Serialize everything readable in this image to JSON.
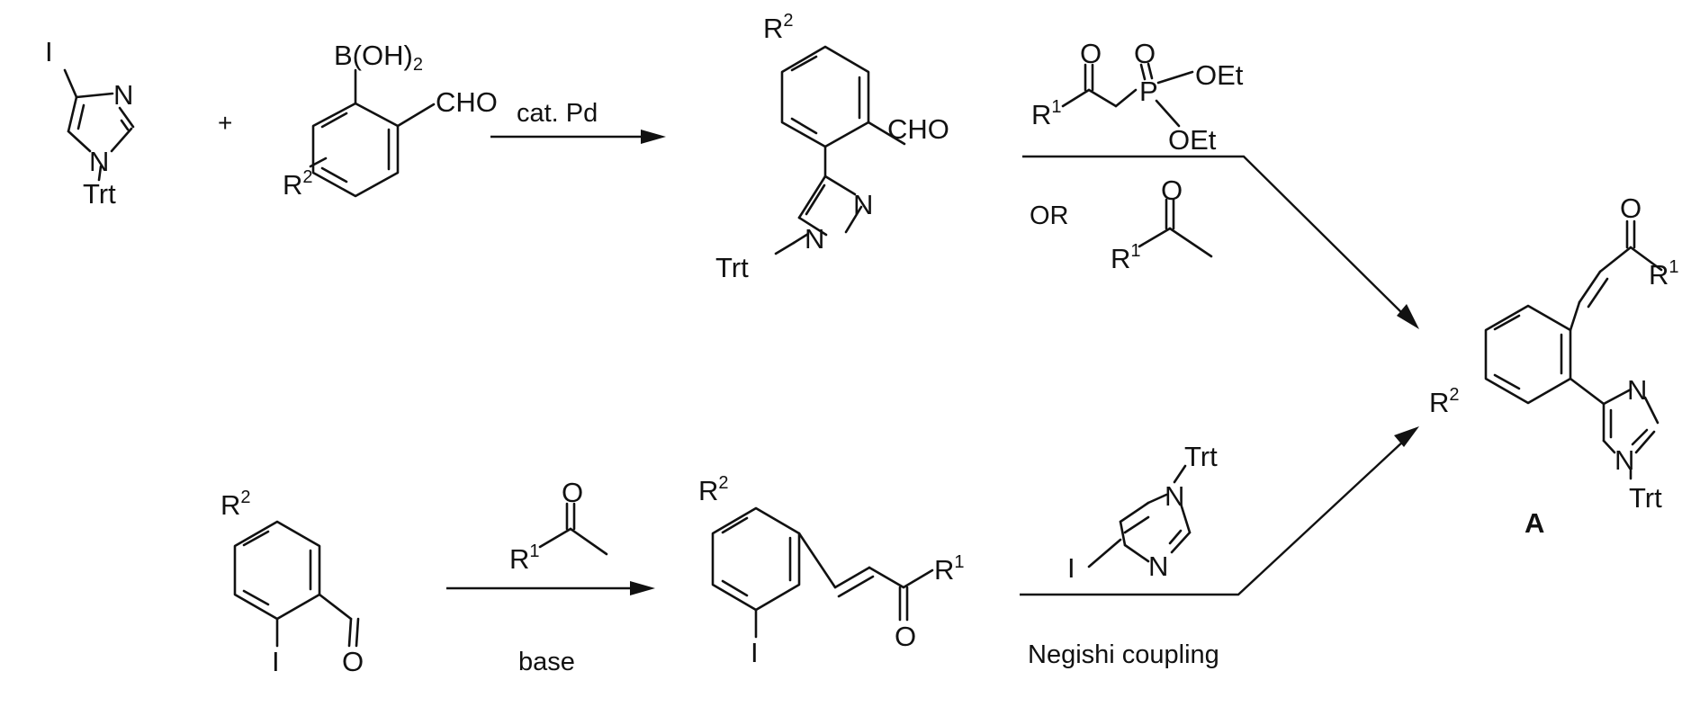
{
  "labels": {
    "iodine": "I",
    "nitrogen": "N",
    "trityl": "Trt",
    "oxygen": "O",
    "ethoxy": "OEt",
    "phosphorus": "P",
    "boron": "B(OH)",
    "boron_sub": "2",
    "aldehyde": "CHO",
    "r1": "R",
    "r1_sup": "1",
    "r2": "R",
    "r2_sup": "2",
    "plus": "+"
  },
  "conditions": {
    "suzuki": "cat. Pd",
    "or": "OR",
    "base": "base",
    "negishi": "Negishi coupling"
  },
  "product_label": "A"
}
